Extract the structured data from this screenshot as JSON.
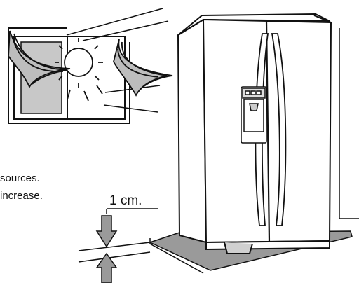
{
  "captions": {
    "line1": "sources.",
    "line2": "increase."
  },
  "clearance_label": "1 cm.",
  "colors": {
    "ink": "#111111",
    "window_pane": "#c8c8c8",
    "mat": "#9a9a9a",
    "arrow_fill": "#9a9a9a"
  },
  "icons": {
    "sun": "sun-icon",
    "arrow_down": "arrow-down-icon",
    "arrow_up": "arrow-up-icon"
  }
}
